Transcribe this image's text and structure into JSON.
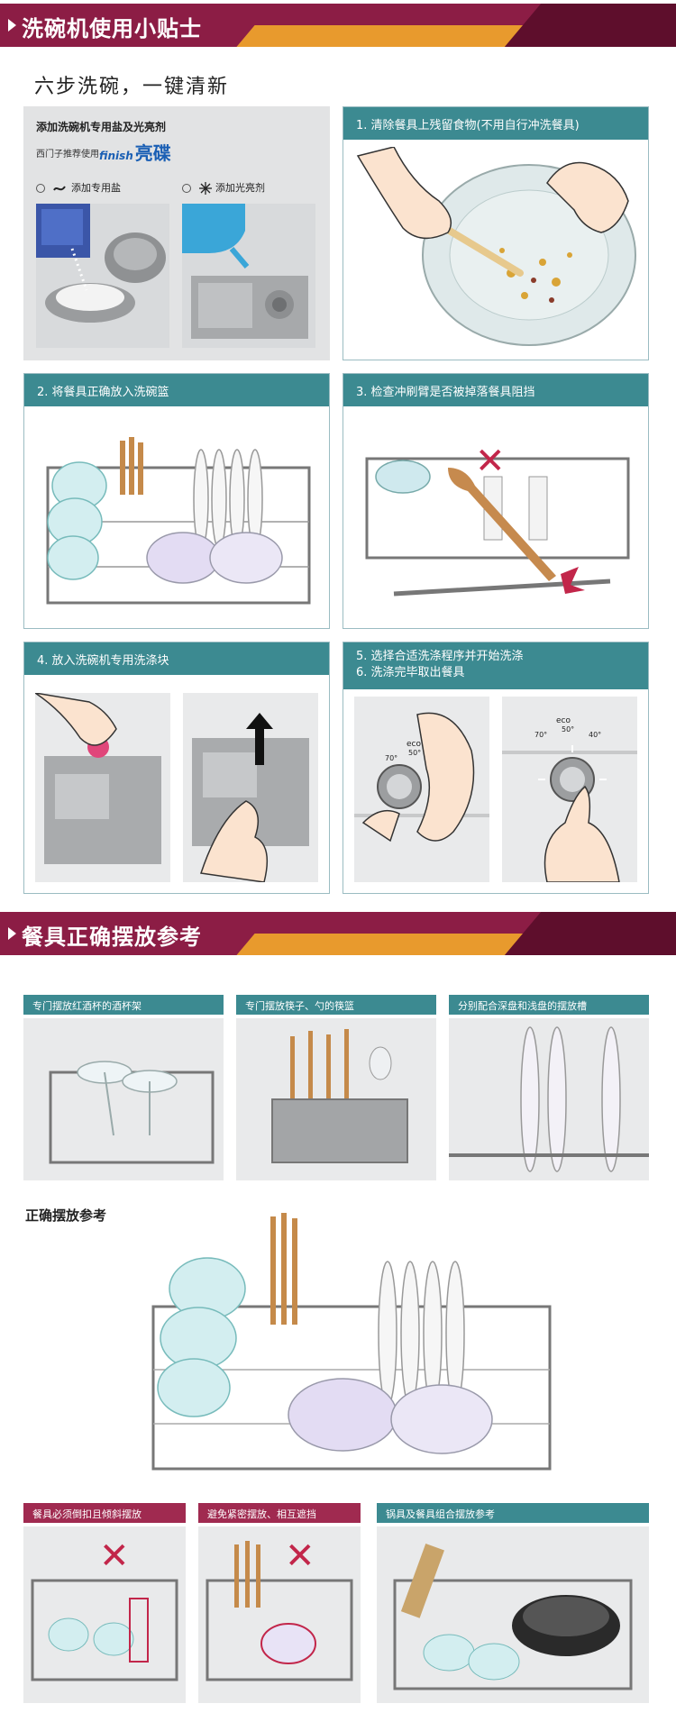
{
  "section1": {
    "title": "洗碗机使用小贴士"
  },
  "subtitle": "六步洗碗，一键清新",
  "salt_panel": {
    "title": "添加洗碗机专用盐及光亮剂",
    "recommend": "西门子推荐使用",
    "brand_small": "finish",
    "brand_big": "亮碟",
    "option1": "添加专用盐",
    "option2": "添加光亮剂"
  },
  "steps": {
    "s1": "1. 清除餐具上残留食物(不用自行冲洗餐具)",
    "s2": "2. 将餐具正确放入洗碗篮",
    "s3": "3. 检查冲刷臂是否被掉落餐具阻挡",
    "s4": "4. 放入洗碗机专用洗涤块",
    "s5": "5. 选择合适洗涤程序并开始洗涤",
    "s6": "6. 洗涤完毕取出餐具"
  },
  "knob": {
    "eco": "eco",
    "t50": "50°",
    "t70": "70°",
    "t40": "40°"
  },
  "section2": {
    "title": "餐具正确摆放参考"
  },
  "ref_tags": {
    "wine": "专门摆放红酒杯的酒杯架",
    "chopsticks": "专门摆放筷子、勺的筷篮",
    "plates": "分别配合深盘和浅盘的摆放槽"
  },
  "ref_label": "正确摆放参考",
  "bottom_tags": {
    "tilt": "餐具必须倒扣且倾斜摆放",
    "spacing": "避免紧密摆放、相互遮挡",
    "pots": "锅具及餐具组合摆放参考"
  },
  "colors": {
    "banner": "#8c1d45",
    "accent": "#e89a2d",
    "teal": "#3c8a91",
    "red_tag": "#a02a50"
  }
}
